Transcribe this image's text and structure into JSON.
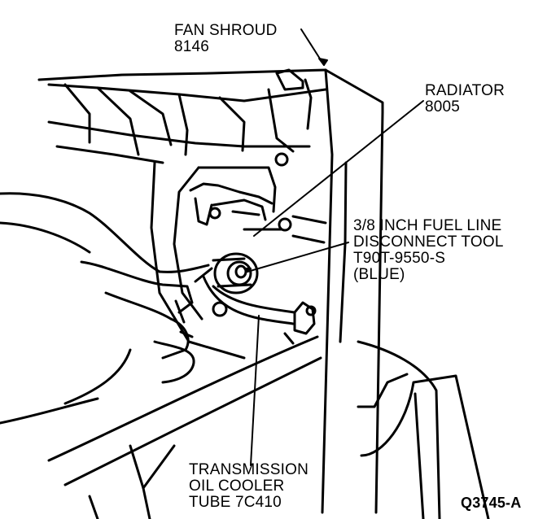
{
  "callouts": {
    "fan_shroud": {
      "line1": "FAN SHROUD",
      "line2": "8146"
    },
    "radiator": {
      "line1": "RADIATOR",
      "line2": "8005"
    },
    "disconnect_tool": {
      "line1": "3/8 INCH FUEL LINE",
      "line2": "DISCONNECT TOOL",
      "line3": "T90T-9550-S",
      "line4": "(BLUE)"
    },
    "transmission_tube": {
      "line1": "TRANSMISSION",
      "line2": "OIL COOLER",
      "line3": "TUBE 7C410"
    }
  },
  "figure_id": "Q3745-A",
  "colors": {
    "ink": "#000000",
    "paper": "#ffffff"
  }
}
